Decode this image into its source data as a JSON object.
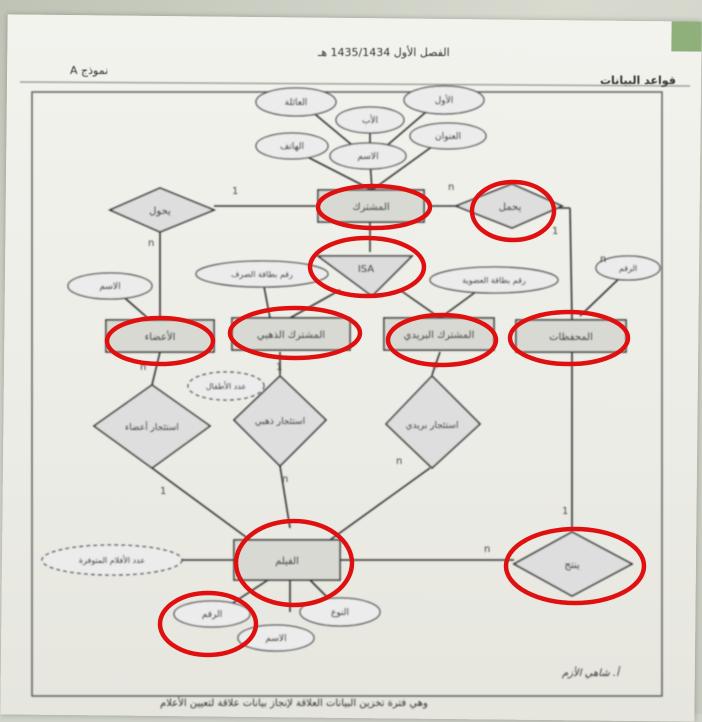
{
  "header": {
    "semester": "الفصل الأول 1435/1434 هـ",
    "model": "نموذج A",
    "course": "قواعد البيانات"
  },
  "footer": {
    "note": "وهي فترة تخزين البيانات العلاقة لإنجاز بيانات علاقة لتعيين الأعلام",
    "signature": "أ. شاهي الأزم"
  },
  "entities": {
    "subscriber": "المشترك",
    "members": "الأعضاء",
    "regular_subscriber": "المشترك الذهبي",
    "special_subscriber": "المشترك البريدي",
    "companies": "المحفظات",
    "film": "الفيلم"
  },
  "relationships": {
    "borrow": "يحول",
    "contains": "يحمل",
    "isa": "ISA",
    "rent_members": "استئجار أعضاء",
    "rent_golden": "استئجار ذهبي",
    "rent_postal": "استئجار بريدي",
    "produces": "ينتج"
  },
  "attributes": {
    "first": "الأول",
    "middle": "الأب",
    "family": "العائلة",
    "name": "الاسم",
    "phone": "الهاتف",
    "address": "العنوان",
    "name_member": "الاسم",
    "credit_card": "رقم بطاقة الصرف",
    "id_card": "رقم بطاقة العضوية",
    "company_number": "الرقم",
    "num_children": "عدد الأطفال",
    "film_number": "الرقم",
    "film_name": "الاسم",
    "category": "النوع",
    "copies": "عدد الأفلام المتوفرة"
  },
  "cardinalities": {
    "c1": "1",
    "c2": "n",
    "c3": "n",
    "c4": "1",
    "c5": "n",
    "c6": "1",
    "c7": "n",
    "c8": "1",
    "c9": "n",
    "c10": "n",
    "c11": "n",
    "c12": "1",
    "c13": "n"
  },
  "highlight_color": "#e01010"
}
